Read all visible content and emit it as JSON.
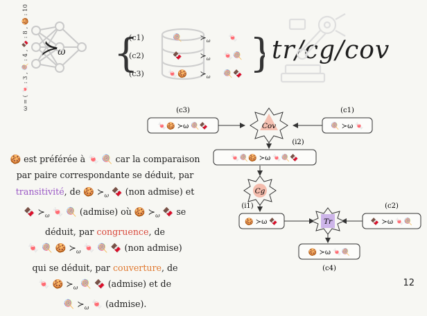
{
  "page_number": "12",
  "header": {
    "weights_text": "ω = ( 🍬 : 3 , 🍭 : 4 , 🍫 : 8 , 🍪 : 10 )",
    "order_symbol": "≻",
    "order_sub": "ω",
    "title": "tr/cg/cov",
    "comparisons": [
      {
        "label": "(c1)",
        "left": "🍭",
        "rel": "≻",
        "sub": "ω",
        "right": "🍬"
      },
      {
        "label": "(c2)",
        "left": "🍫",
        "rel": "≻",
        "sub": "ω",
        "right": "🍬🍭"
      },
      {
        "label": "(c3)",
        "left": "🍬🍪",
        "rel": "≻",
        "sub": "ω",
        "right": "🍭🍫"
      }
    ]
  },
  "diagram": {
    "nodes": {
      "c3": {
        "label": "(c3)",
        "text": "🍬🍪 ≻ω 🍭🍫"
      },
      "c1": {
        "label": "(c1)",
        "text": "🍭 ≻ω 🍬"
      },
      "i2": {
        "label": "(i2)",
        "text": "🍬🍭🍪 ≻ω 🍬🍭🍫"
      },
      "i1": {
        "label": "(i1)",
        "text": "🍪 ≻ω 🍫"
      },
      "c2": {
        "label": "(c2)",
        "text": "🍫 ≻ω 🍬🍭"
      },
      "c4": {
        "label": "(c4)",
        "text": "🍪 ≻ω 🍬🍭"
      }
    },
    "operators": {
      "cov": "Cov",
      "cg": "Cg",
      "tr": "Tr"
    }
  },
  "paragraph": {
    "lines": [
      [
        "🍪 est préférée à 🍬 🍭 car la comparaison"
      ],
      [
        "par paire correspondante se déduit, par"
      ],
      [
        "transitivité",
        ", de 🍪 ≻",
        "ω",
        " 🍫 (non admise) et"
      ],
      [
        "🍫 ≻",
        "ω",
        " 🍬 🍭 (admise) où 🍪 ≻",
        "ω",
        " 🍫 se"
      ],
      [
        "déduit, par ",
        "congruence",
        ", de"
      ],
      [
        "🍬 🍭 🍪 ≻",
        "ω",
        " 🍬 🍭 🍫 (non admise)"
      ],
      [
        "qui se déduit, par ",
        "couverture",
        ", de"
      ],
      [
        "🍬 🍪 ≻",
        "ω",
        " 🍭 🍫 (admise) et de"
      ],
      [
        "🍭 ≻",
        "ω",
        " 🍬 (admise)."
      ]
    ]
  },
  "icons": {
    "neural_net": "neural-network-icon",
    "database": "database-icon",
    "robot": "robot-arm-icon"
  }
}
